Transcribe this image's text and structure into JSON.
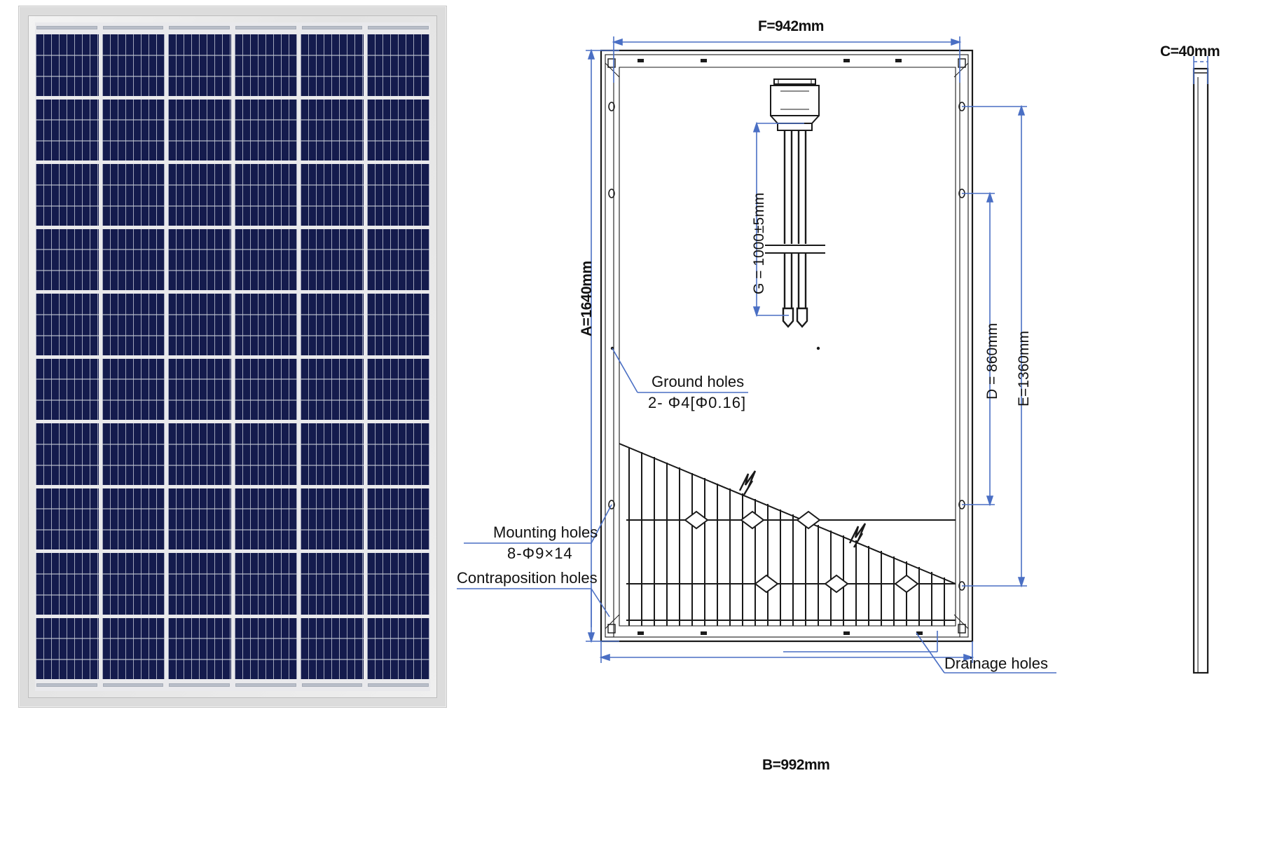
{
  "document": {
    "type": "solar-panel-mechanical-drawing",
    "views": {
      "photo": "front view photograph of polycrystalline solar module",
      "back": "rear mechanical view with frame, junction box and cable routing",
      "side": "side edge profile view"
    }
  },
  "panel": {
    "cell_columns": 6,
    "cell_rows": 10,
    "cell_color": "#141b4d",
    "frame_color": "#dcdcdc",
    "busbars_per_cell": 2
  },
  "dimensions": {
    "f_top": "F=942mm",
    "c_side": "C=40mm",
    "a_left": "A=1640mm",
    "b_bottom": "B=992mm",
    "d_right": "D = 860mm",
    "e_right": "E=1360mm",
    "g_cable": "G = 1000±5mm"
  },
  "callouts": {
    "ground_holes_title": "Ground holes",
    "ground_holes_spec": "2- Φ4[Φ0.16]",
    "mounting_holes_title": "Mounting holes",
    "mounting_holes_spec": "8-Φ9×14",
    "contraposition_holes": "Contraposition holes",
    "drainage_holes": "Drainage holes"
  },
  "colors": {
    "dimension_line": "#4a6fc4",
    "outline": "#1a1a1a",
    "text": "#111111"
  }
}
